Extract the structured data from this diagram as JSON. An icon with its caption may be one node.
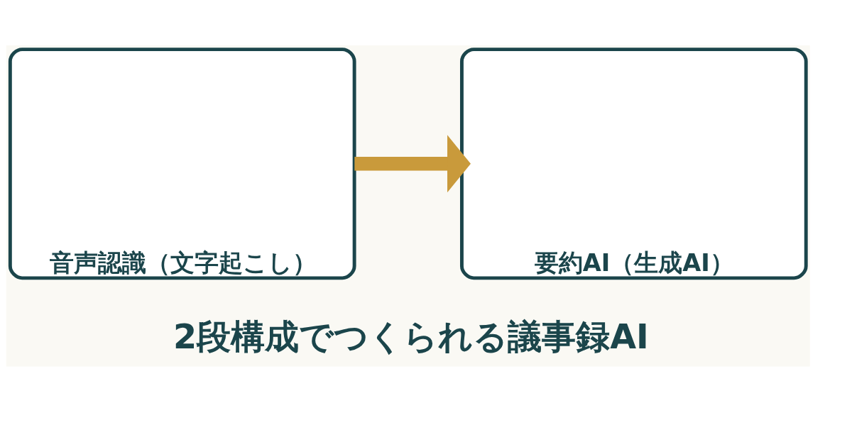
{
  "diagram": {
    "title": "2段構成でつくられる議事録AI",
    "nodes": [
      {
        "text": [
          "音声認識（文字起こし）"
        ]
      },
      {
        "text": [
          "要約AI（生成AI）"
        ]
      }
    ],
    "edges": [
      {
        "from": 0,
        "to": 1,
        "arrow": "to",
        "color": "#c99a3b"
      }
    ]
  }
}
